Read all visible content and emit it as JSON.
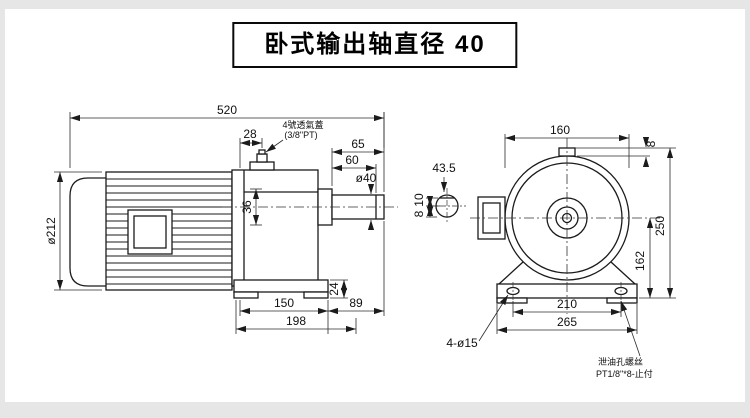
{
  "title": {
    "text": "卧式输出轴直径 40"
  },
  "colors": {
    "line": "#1b1b1b",
    "panel": "#ffffff",
    "page_bg": "#e6e6e6"
  },
  "side_view": {
    "dims": {
      "total_length": "520",
      "d28": "28",
      "d65": "65",
      "d60": "60",
      "shaft_diameter": "ø40",
      "motor_diameter": "ø212",
      "d36": "36",
      "d24": "24",
      "d150": "150",
      "d89": "89",
      "d198": "198"
    },
    "vent_note_line1": "4號透氣蓋",
    "vent_note_line2": "(3/8\"PT)"
  },
  "front_view": {
    "dims": {
      "d160": "160",
      "top_tab_8": "8",
      "d43_5": "43.5",
      "d10": "10",
      "d8": "8",
      "d250": "250",
      "d162": "162",
      "d210": "210",
      "d265": "265"
    },
    "holes_note": "4-ø15",
    "drain_note_line1": "泄油孔螺丝",
    "drain_note_line2": "PT1/8\"*8-止付"
  }
}
